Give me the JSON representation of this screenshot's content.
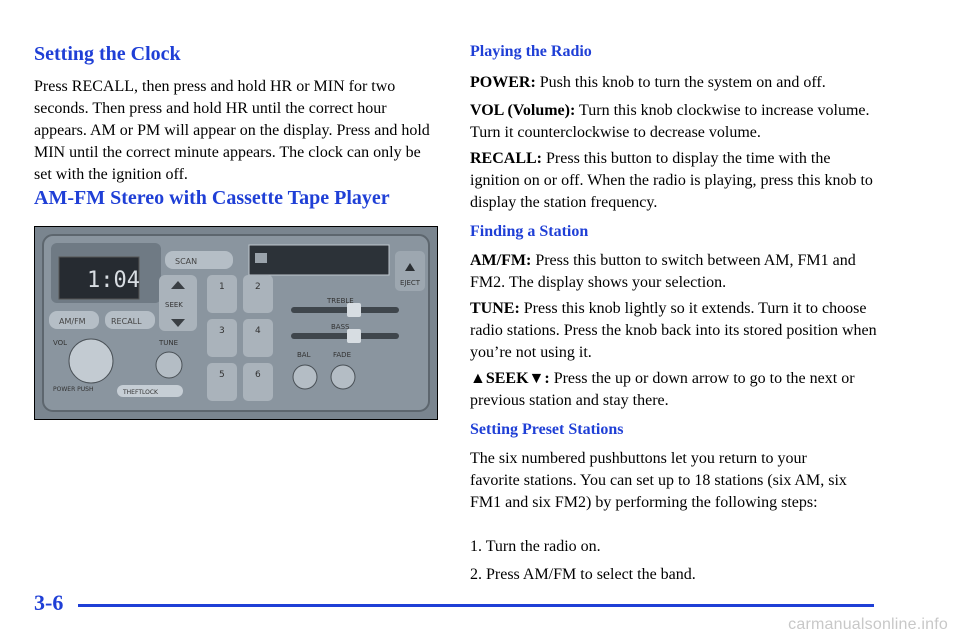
{
  "left": {
    "clock_title": "Setting the Clock",
    "clock_body": "Press RECALL, then press and hold HR or MIN for two seconds. Then press and hold HR until the correct hour appears. AM or PM will appear on the display. Press and hold MIN until the correct minute appears. The clock can only be set with the ignition off.",
    "radio_title": "AM-FM Stereo with Cassette Tape Player"
  },
  "radio_image": {
    "display_time": "1:04",
    "labels": {
      "scan": "SCAN",
      "eject": "EJECT",
      "treble": "TREBLE",
      "bass": "BASS",
      "bal": "BAL",
      "fade": "FADE",
      "vol": "VOL",
      "tune": "TUNE",
      "power": "POWER PUSH",
      "seek": "SEEK",
      "am_fm": "AM/FM",
      "recall": "RECALL",
      "theftlock": "THEFTLOCK"
    },
    "presets": [
      "1",
      "2",
      "3",
      "4",
      "5",
      "6"
    ]
  },
  "right": {
    "playing_title": "Playing the Radio",
    "power_label": "POWER:",
    "power_text": " Push this knob to turn the system on and off.",
    "vol_label": "VOL (Volume):",
    "vol_text": " Turn this knob clockwise to increase volume. Turn it counterclockwise to decrease volume.",
    "recall_label": "RECALL:",
    "recall_text": " Press this button to display the time with the ignition on or off. When the radio is playing, press this knob to display the station frequency.",
    "finding_title": "Finding a Station",
    "amfm_label": "AM/FM:",
    "amfm_text": " Press this button to switch between AM, FM1 and FM2. The display shows your selection.",
    "tune_label": "TUNE:",
    "tune_text": " Press this knob lightly so it extends. Turn it to choose radio stations. Press the knob back into its stored position when you’re not using it.",
    "seek_label": "▲SEEK▼:",
    "seek_text": " Press the up or down arrow to go to the next or previous station and stay there.",
    "preset_title": "Setting Preset Stations",
    "preset_body": "The six numbered pushbuttons let you return to your favorite stations. You can set up to 18 stations (six AM, six FM1 and six FM2) by performing the following steps:",
    "step1": "1.  Turn the radio on.",
    "step2": "2.  Press AM/FM to select the band."
  },
  "footer": {
    "page_number": "3-6",
    "watermark": "carmanualsonline.info"
  }
}
